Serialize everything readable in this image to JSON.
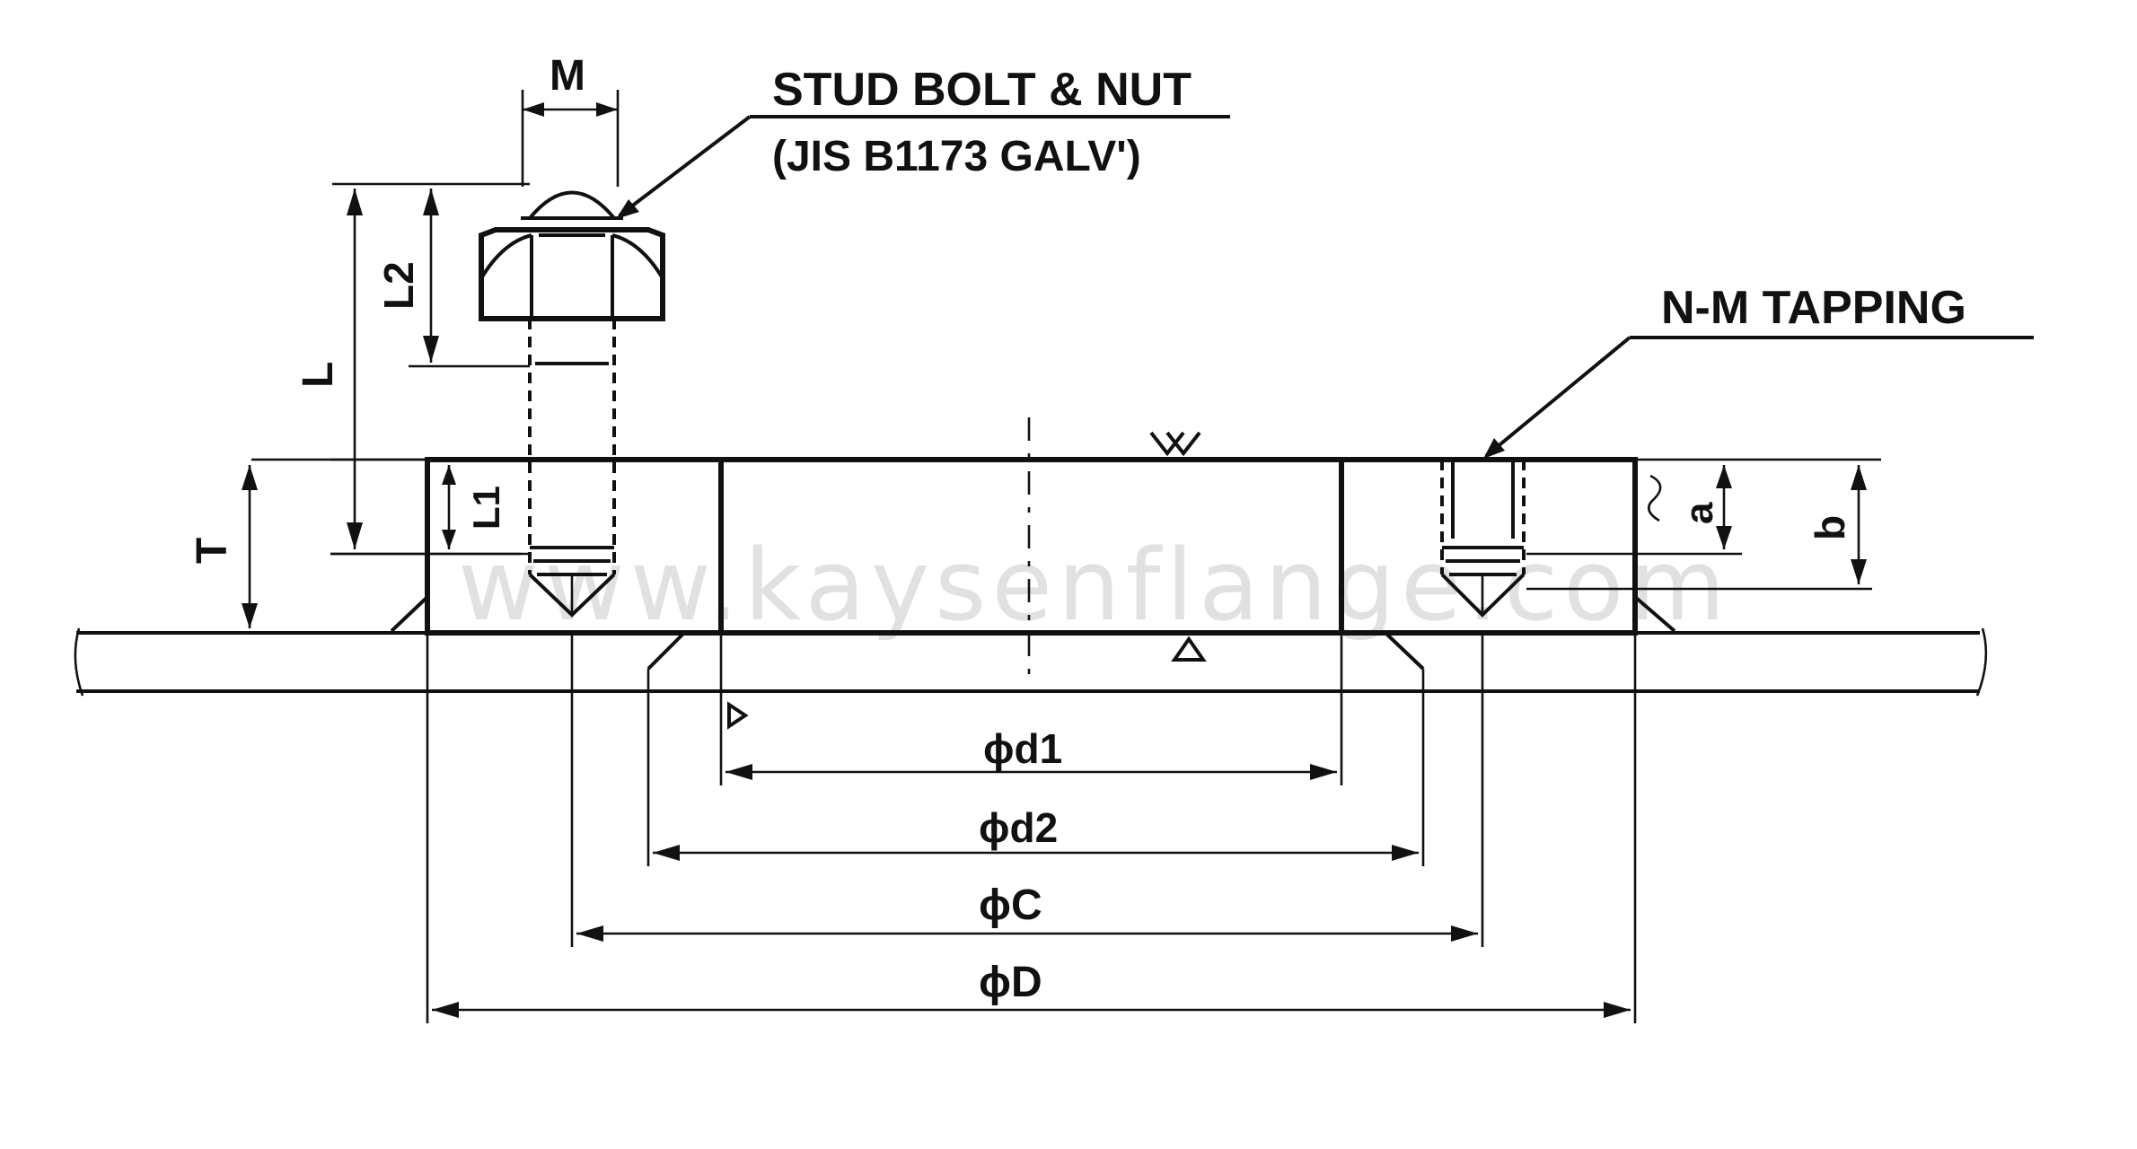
{
  "labels": {
    "stud_bolt_line1": "STUD BOLT & NUT",
    "stud_bolt_line2": "(JIS B1173 GALV')",
    "tapping": "N-M TAPPING",
    "m": "M",
    "l": "L",
    "l1": "L1",
    "l2": "L2",
    "t": "T",
    "a": "a",
    "b": "b",
    "d1": "ϕd1",
    "d2": "ϕd2",
    "c": "ϕC",
    "d": "ϕD"
  },
  "watermark": "www.kaysenflange.com",
  "colors": {
    "ink": "#111111",
    "background": "#ffffff",
    "watermark": "#c9c9c9"
  }
}
